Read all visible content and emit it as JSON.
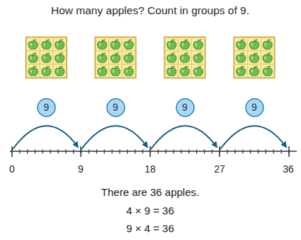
{
  "diagram": {
    "title": "How many apples? Count in groups of 9.",
    "nodes": [
      {
        "text": [
          "9"
        ]
      },
      {
        "text": [
          "9"
        ]
      },
      {
        "text": [
          "9"
        ]
      },
      {
        "text": [
          "9"
        ]
      }
    ],
    "labels": [
      "0",
      "9",
      "18",
      "27",
      "36",
      "There are 36 apples.",
      "4 × 9 = 36",
      "9 × 4 = 36"
    ]
  }
}
